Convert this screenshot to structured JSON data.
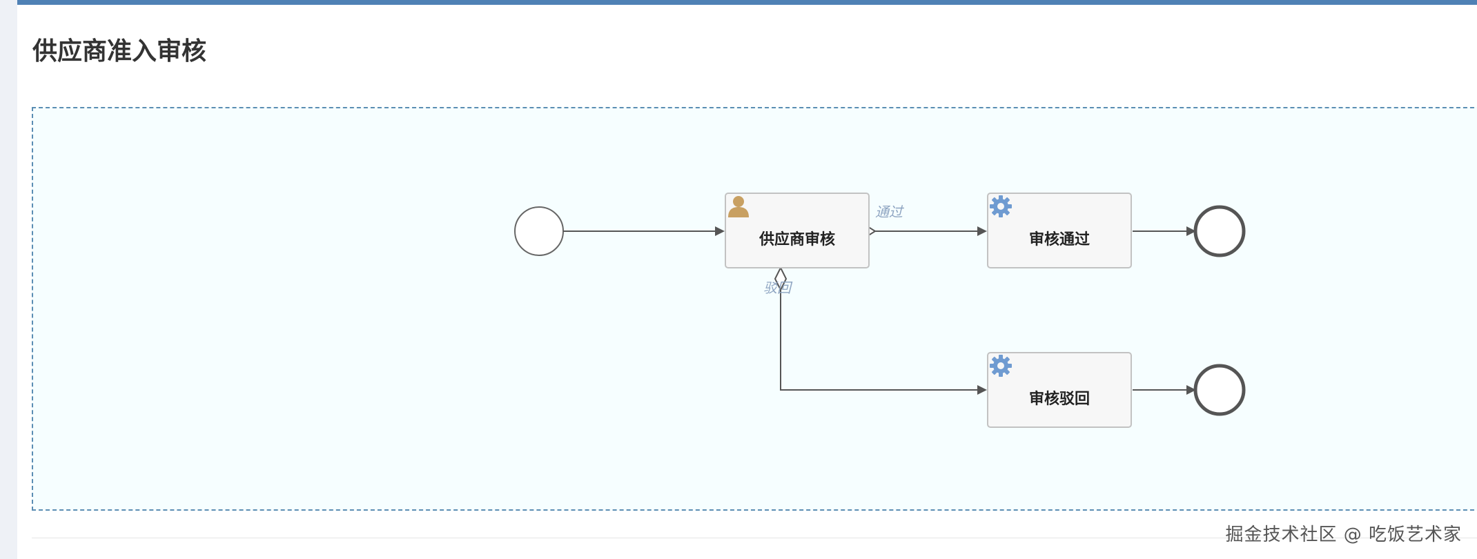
{
  "page": {
    "title": "供应商准入审核"
  },
  "diagram": {
    "tasks": {
      "review": {
        "label": "供应商审核",
        "icon": "user-task-icon"
      },
      "approved": {
        "label": "审核通过",
        "icon": "service-task-gear-icon"
      },
      "rejected": {
        "label": "审核驳回",
        "icon": "service-task-gear-icon"
      }
    },
    "flows": {
      "approve_label": "通过",
      "reject_label": "驳回"
    },
    "colors": {
      "canvas_border": "#5a8db3",
      "canvas_bg": "#f6feff",
      "user_icon": "#c8a062",
      "gear_icon": "#6f9bd1",
      "flow_label": "#8fa5c2"
    }
  },
  "watermark": "掘金技术社区 @ 吃饭艺术家"
}
